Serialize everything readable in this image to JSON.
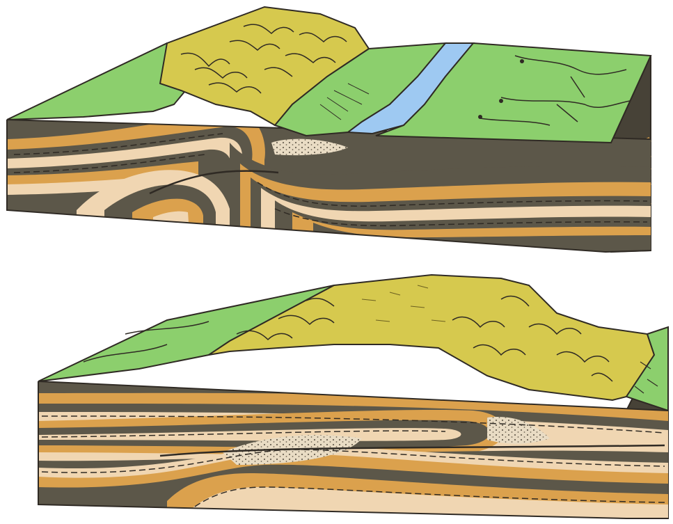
{
  "figure": {
    "blocks": [
      {
        "id": "upper",
        "subject": "overturned-fold-with-thrust-fault",
        "surface": [
          "grassland",
          "escarpment",
          "river"
        ]
      },
      {
        "id": "lower",
        "subject": "recumbent-fold-with-thrust-fault",
        "surface": [
          "grassland",
          "escarpment"
        ]
      }
    ]
  },
  "colors": {
    "background": "#ffffff",
    "outline": "#2f2a24",
    "grass": "#8ccf6d",
    "grass_dark": "#6fb455",
    "ridge": "#d6c94e",
    "ridge_dark": "#b7a93a",
    "water": "#9ec9f2",
    "shale": "#5c5749",
    "sandstone_orange": "#dba14d",
    "limestone_tan": "#f0d6b2",
    "conglomerate": "#e9dcc4",
    "side_dark": "#474237"
  }
}
